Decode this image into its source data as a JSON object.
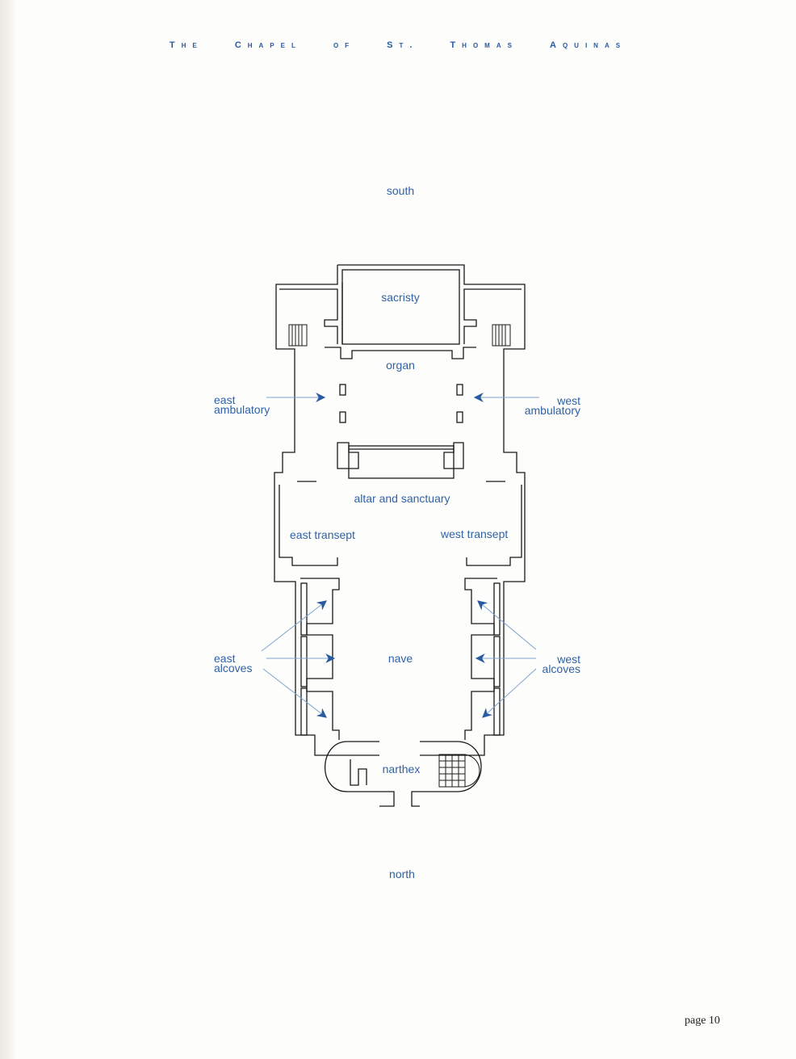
{
  "header": {
    "title_words": [
      "The",
      "Chapel",
      "of",
      "St.",
      "Thomas",
      "Aquinas"
    ]
  },
  "orientation": {
    "top": "south",
    "bottom": "north"
  },
  "rooms": {
    "sacristy": "sacristy",
    "organ": "organ",
    "altar": "altar and sanctuary",
    "east_transept": "east transept",
    "west_transept": "west transept",
    "nave": "nave",
    "narthex": "narthex"
  },
  "callouts": {
    "east_ambulatory": [
      "east",
      "ambulatory"
    ],
    "west_ambulatory": [
      "west",
      "ambulatory"
    ],
    "east_alcoves": [
      "east",
      "alcoves"
    ],
    "west_alcoves": [
      "west",
      "alcoves"
    ]
  },
  "colors": {
    "accent": "#2f62a8",
    "wall": "#1a1a1a",
    "leader": "#7fa3d4"
  },
  "page_number": "page 10"
}
